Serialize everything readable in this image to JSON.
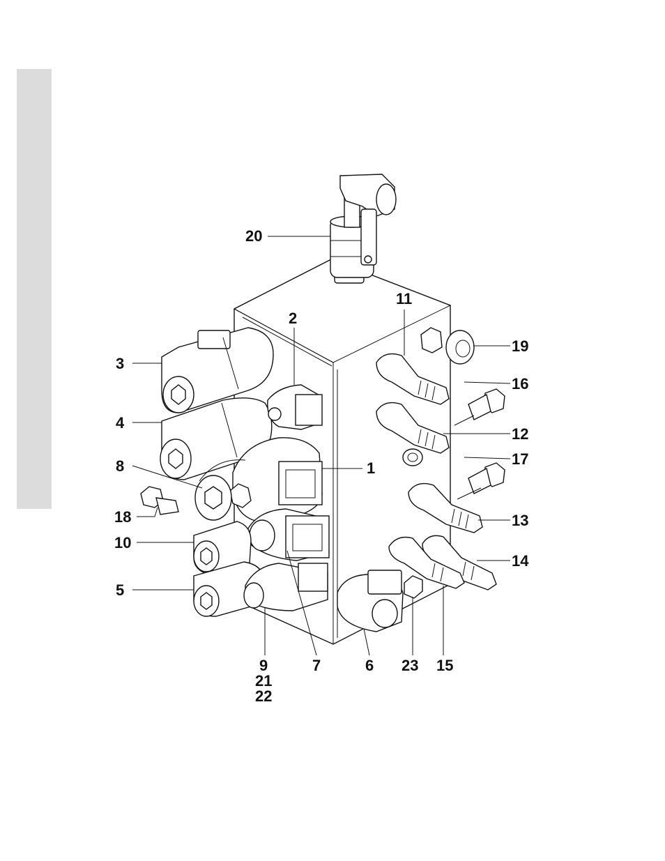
{
  "callouts": {
    "c1": "1",
    "c2": "2",
    "c3": "3",
    "c4": "4",
    "c5": "5",
    "c6": "6",
    "c7": "7",
    "c8": "8",
    "c9": "9",
    "c10": "10",
    "c11": "11",
    "c12": "12",
    "c13": "13",
    "c14": "14",
    "c15": "15",
    "c16": "16",
    "c17": "17",
    "c18": "18",
    "c19": "19",
    "c20": "20",
    "c21": "21",
    "c22": "22",
    "c23": "23"
  },
  "colors": {
    "side_tab": "#dcdcdc",
    "line": "#111111",
    "background": "#ffffff"
  }
}
